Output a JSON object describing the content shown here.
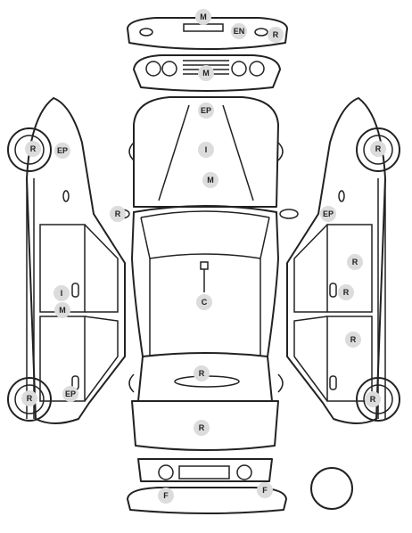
{
  "colors": {
    "line": "#222222",
    "badge": "#dcdcdc",
    "background": "#ffffff"
  },
  "markers": [
    {
      "id": "front-bumper-m",
      "label": "M"
    },
    {
      "id": "front-bumper-en",
      "label": "EN"
    },
    {
      "id": "front-bumper-r",
      "label": "R"
    },
    {
      "id": "grille-m",
      "label": "M"
    },
    {
      "id": "hood-ep",
      "label": "EP"
    },
    {
      "id": "hood-i",
      "label": "I"
    },
    {
      "id": "hood-m",
      "label": "M"
    },
    {
      "id": "left-mirror-r",
      "label": "R"
    },
    {
      "id": "roof-c",
      "label": "C"
    },
    {
      "id": "rear-glass-r",
      "label": "R"
    },
    {
      "id": "trunk-r",
      "label": "R"
    },
    {
      "id": "rear-left-f",
      "label": "F"
    },
    {
      "id": "rear-right-f",
      "label": "F"
    },
    {
      "id": "left-front-wheel-r",
      "label": "R"
    },
    {
      "id": "left-front-fender-ep",
      "label": "EP"
    },
    {
      "id": "left-door-i",
      "label": "I"
    },
    {
      "id": "left-door-m",
      "label": "M"
    },
    {
      "id": "left-rear-wheel-r",
      "label": "R"
    },
    {
      "id": "left-rear-fender-ep",
      "label": "EP"
    },
    {
      "id": "right-front-wheel-r",
      "label": "R"
    },
    {
      "id": "right-front-fender-ep",
      "label": "EP"
    },
    {
      "id": "right-front-door-r",
      "label": "R"
    },
    {
      "id": "right-front-handle-r",
      "label": "R"
    },
    {
      "id": "right-rear-door-r",
      "label": "R"
    },
    {
      "id": "right-rear-wheel-r",
      "label": "R"
    }
  ]
}
